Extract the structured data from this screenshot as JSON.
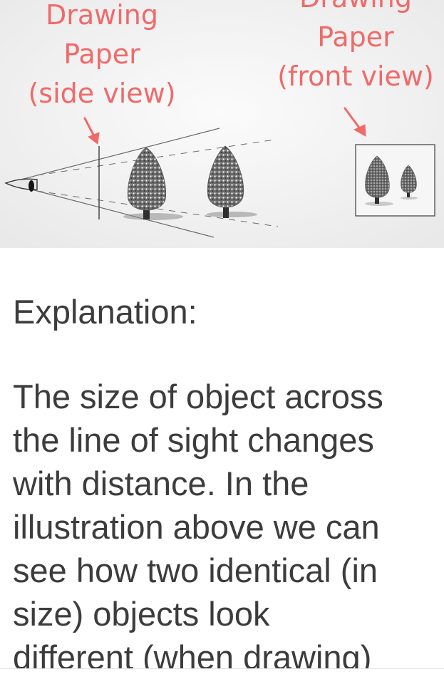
{
  "illustration": {
    "side_view_label": [
      "Drawing",
      "Paper",
      "(side view)"
    ],
    "front_view_label": [
      "Drawing",
      "Paper",
      "(front view)"
    ],
    "label_color": "#f06a6a",
    "icons": [
      "eye-icon",
      "tree-icon",
      "tree-icon",
      "arrow-icon",
      "arrow-icon"
    ]
  },
  "article": {
    "heading": "Explanation:",
    "body_lines": [
      "The size of object across",
      "the line of sight changes",
      "with distance. In the",
      "illustration above we can",
      "see how two identical (in",
      "size) objects look",
      "different (when drawing)"
    ]
  }
}
